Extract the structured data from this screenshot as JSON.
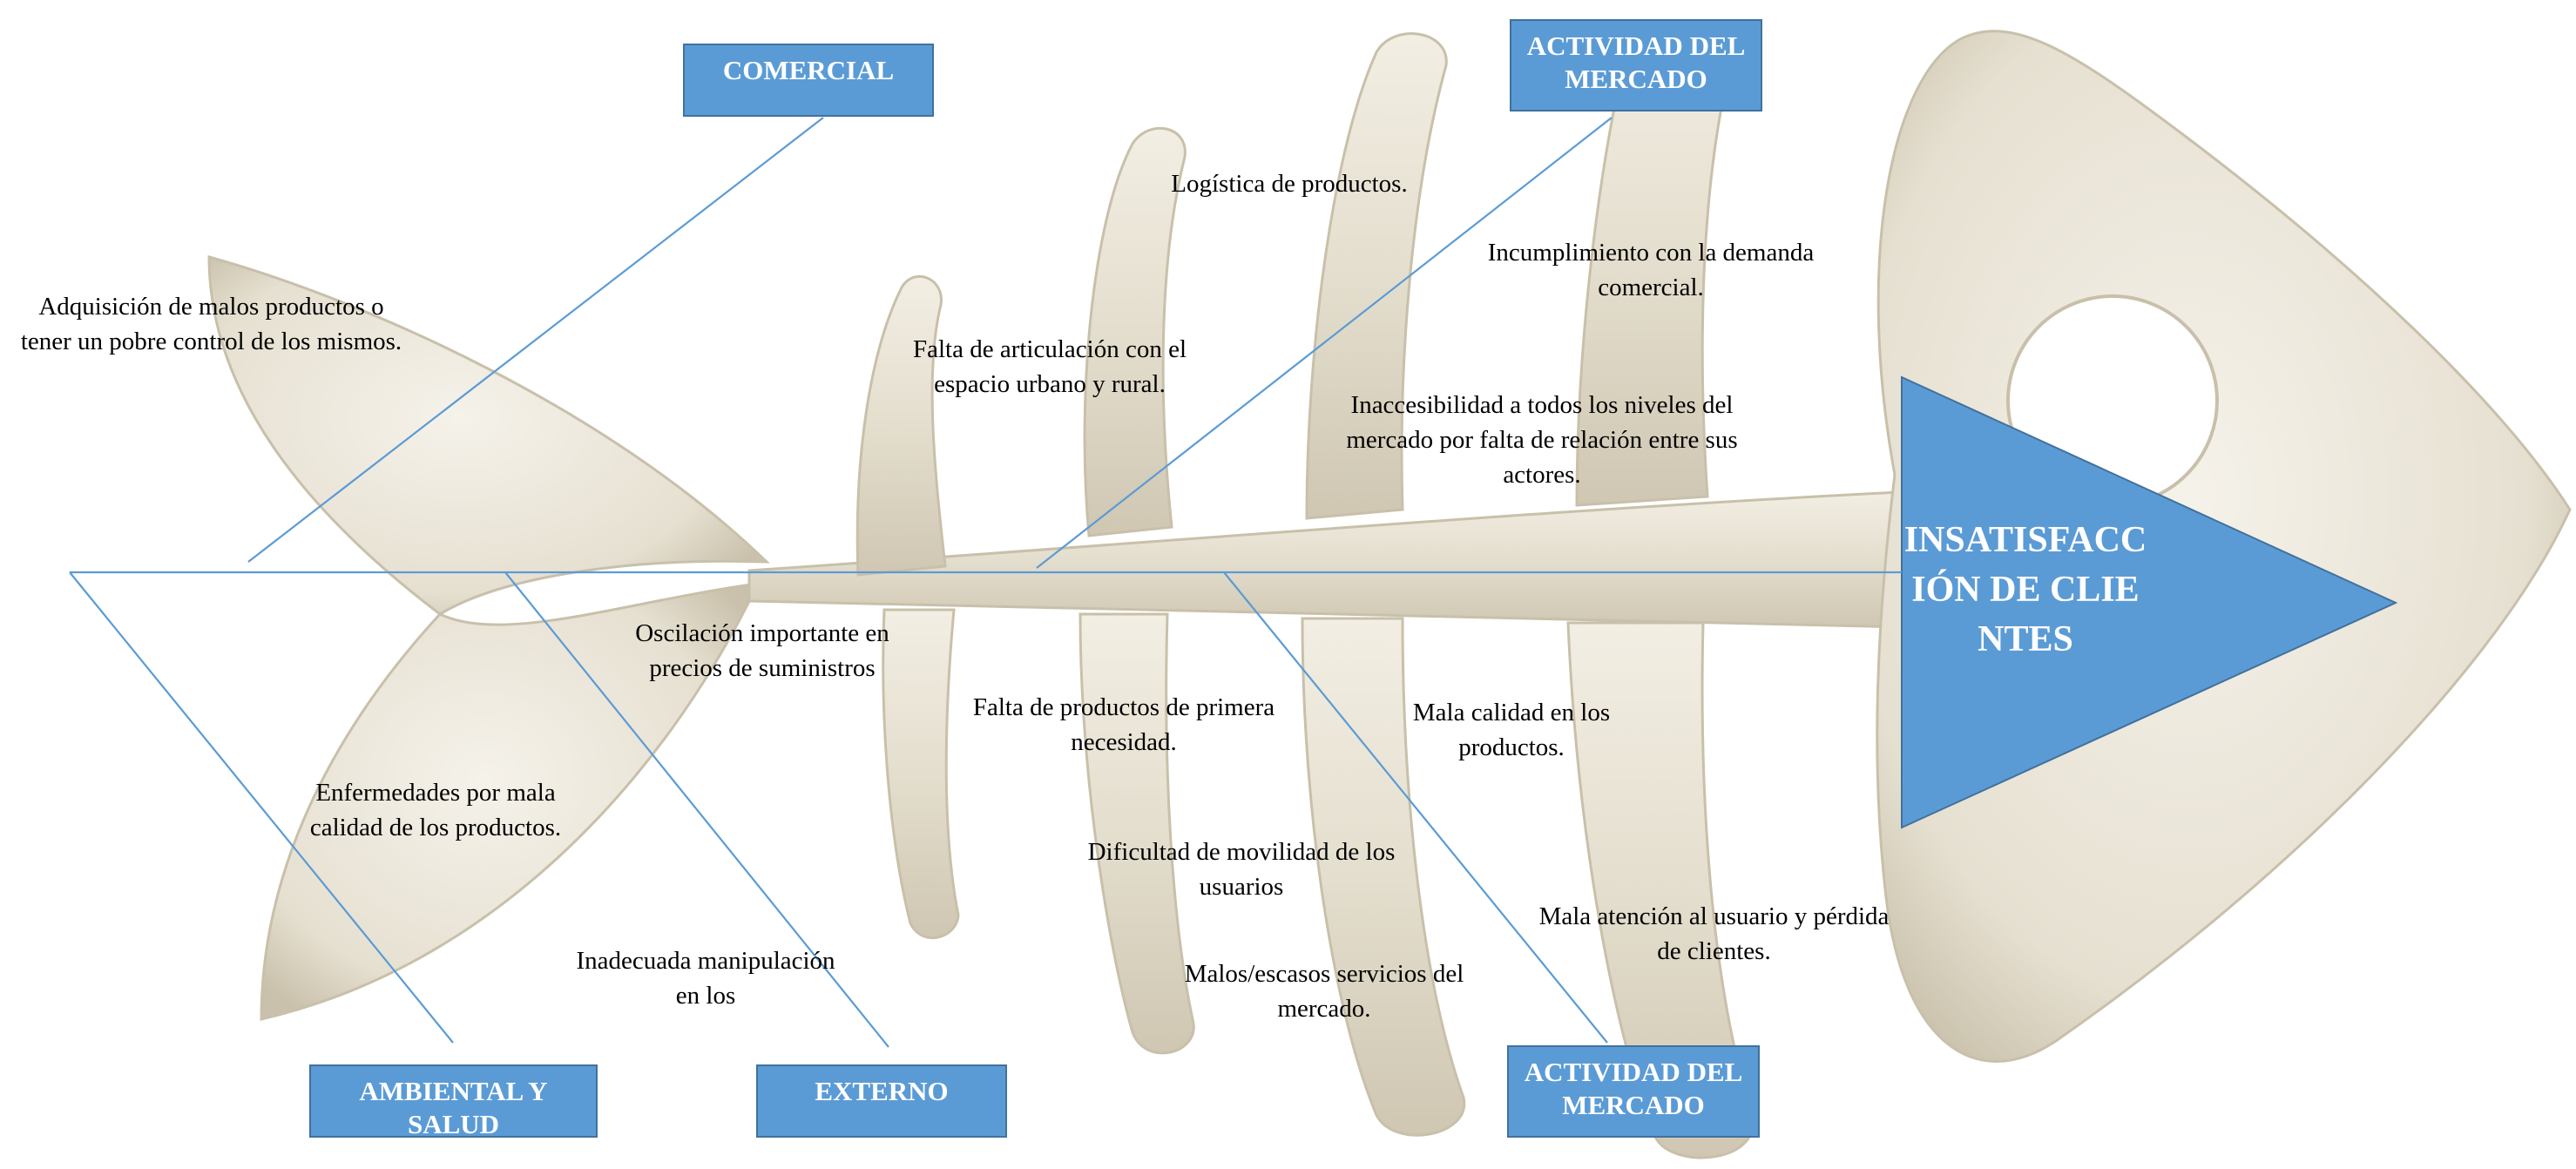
{
  "diagram": {
    "effect": "INSATISFACCIÓN DE CLIENTES",
    "categories": [
      {
        "id": "comercial",
        "label": "COMERCIAL"
      },
      {
        "id": "actividad-top",
        "label": "ACTIVIDAD DEL MERCADO"
      },
      {
        "id": "ambiental",
        "label": "AMBIENTAL Y SALUD"
      },
      {
        "id": "externo",
        "label": "EXTERNO"
      },
      {
        "id": "actividad-bottom",
        "label": "ACTIVIDAD DEL MERCADO"
      }
    ],
    "causes": [
      {
        "id": "adquisicion",
        "text": "Adquisición de malos productos o tener un pobre control de los mismos."
      },
      {
        "id": "logistica",
        "text": "Logística de productos."
      },
      {
        "id": "articulacion",
        "text": "Falta de articulación con el espacio urbano y rural."
      },
      {
        "id": "incumplimiento",
        "text": "Incumplimiento con la demanda comercial."
      },
      {
        "id": "inaccesibilidad",
        "text": "Inaccesibilidad a todos los niveles del mercado por falta de relación entre sus actores."
      },
      {
        "id": "oscilacion",
        "text": "Oscilación importante en precios de suministros"
      },
      {
        "id": "falta-productos",
        "text": "Falta de productos de primera necesidad."
      },
      {
        "id": "mala-calidad",
        "text": "Mala calidad en los productos."
      },
      {
        "id": "enfermedades",
        "text": "Enfermedades por mala calidad de los productos."
      },
      {
        "id": "movilidad",
        "text": "Dificultad de movilidad de los usuarios"
      },
      {
        "id": "inadecuada",
        "text": "Inadecuada manipulación en los"
      },
      {
        "id": "servicios",
        "text": "Malos/escasos servicios del mercado."
      },
      {
        "id": "atencion",
        "text": "Mala atención al usuario y pérdida de clientes."
      }
    ]
  },
  "colors": {
    "bone": "#e9e4d6",
    "bone_shadow": "#b9b19c",
    "box_fill": "#5b9bd5",
    "box_border": "#41719c",
    "line": "#5b9bd5"
  }
}
